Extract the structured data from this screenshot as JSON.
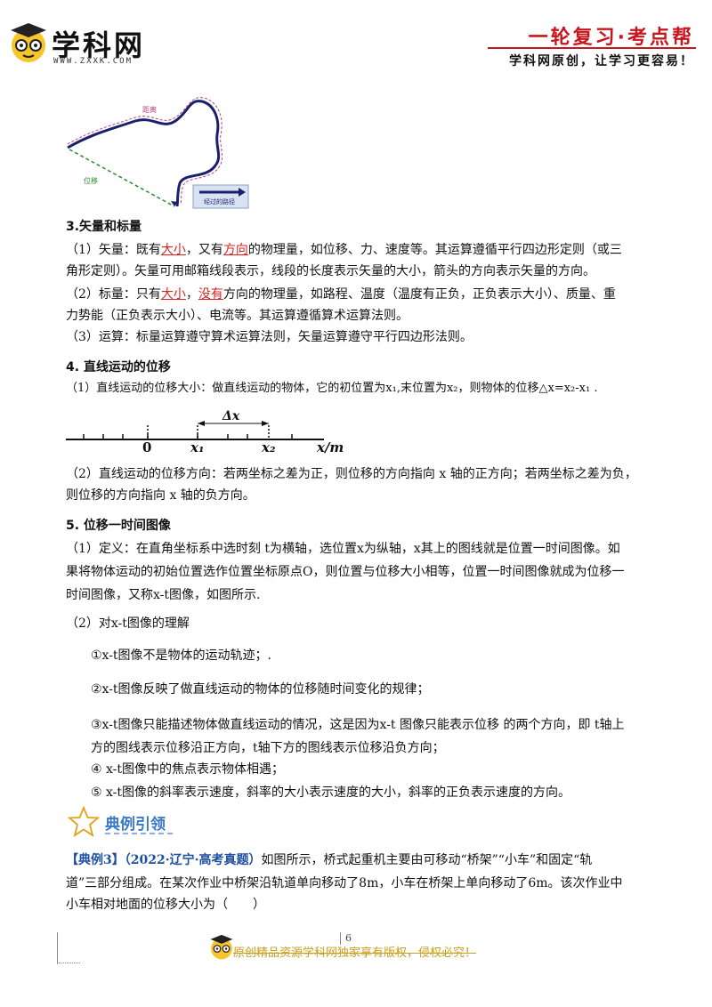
{
  "header": {
    "logo_text": "学科网",
    "logo_url": "WWW.ZXXK.COM",
    "series_title": "一轮复习·考点帮",
    "slogan": "学科网原创，让学习更容易！"
  },
  "figure": {
    "label_distance": "距离",
    "label_displacement": "位移",
    "legend_text": "经过的路径"
  },
  "s3": {
    "title": "3.矢量和标量",
    "p1_a": "（1）矢量：既有",
    "p1_b": "大小",
    "p1_c": "，又有",
    "p1_d": "方向",
    "p1_e": "的物理量，如位移、力、速度等。其运算遵循平行四边形定则（或三",
    "p1_f": "角形定则）。矢量可用邮箱线段表示，线段的长度表示矢量的大小，箭头的方向表示矢量的方向。",
    "p2_a": "（2）标量：只有",
    "p2_b": "大小",
    "p2_c": "，",
    "p2_d": "没有",
    "p2_e": "方向的物理量，如路程、温度（温度有正负，正负表示大小）、质量、重",
    "p2_f": "力势能（正负表示大小）、电流等。其运算遵循算术运算法则。",
    "p3": "（3）运算：标量运算遵守算术运算法则，矢量运算遵守平行四边形法则。"
  },
  "s4": {
    "title": "4. 直线运动的位移",
    "p1": "（1）直线运动的位移大小：做直线运动的物体，它的初位置为x₁,末位置为x₂，则物体的位移△x=x₂-x₁ .",
    "axis_zero": "0",
    "axis_x1": "x₁",
    "axis_x2": "x₂",
    "axis_dx": "Δx",
    "axis_unit": "x/m",
    "p2_a": "（2）直线运动的位移方向：若两坐标之差为正，则位移的方向指向 x 轴的正方向；若两坐标之差为负，",
    "p2_b": "则位移的方向指向 x 轴的负方向。"
  },
  "s5": {
    "title": "5. 位移一时间图像",
    "p1_a": "（1）定义：在直角坐标系中选时刻 t为横轴，选位置x为纵轴，x其上的图线就是位置一时间图像。如",
    "p1_b": "果将物体运动的初始位置选作位置坐标原点O，则位置与位移大小相等，位置一时间图像就成为位移一",
    "p1_c": "时间图像，又称x-t图像，如图所示.",
    "p2": "（2）对x-t图像的理解",
    "i1": "①x-t图像不是物体的运动轨迹；.",
    "i2": "②x-t图像反映了做直线运动的物体的位移随时间变化的规律；",
    "i3_a": "③x-t图像只能描述物体做直线运动的情况，这是因为x-t 图像只能表示位移 的两个方向，即 t轴上",
    "i3_b": "方的图线表示位移沿正方向，t轴下方的图线表示位移沿负方向；",
    "i4": "④ x-t图像中的焦点表示物体相遇；",
    "i5": "⑤ x-t图像的斜率表示速度，斜率的大小表示速度的大小，斜率的正负表示速度的方向。"
  },
  "example": {
    "banner": "典例引领",
    "tag": "【典例3】",
    "source": "（2022·辽宁·高考真题）",
    "text_a": "如图所示，桥式起重机主要由可移动“桥架”“小车”和固定“轨",
    "text_b": "道”三部分组成。在某次作业中桥架沿轨道单向移动了8m，小车在桥架上单向移动了6m。该次作业中",
    "text_c": "小车相对地面的位移大小为（　　）"
  },
  "footer": {
    "page": "6",
    "notice": "原创精品资源学科网独家享有版权，侵权必究！"
  }
}
